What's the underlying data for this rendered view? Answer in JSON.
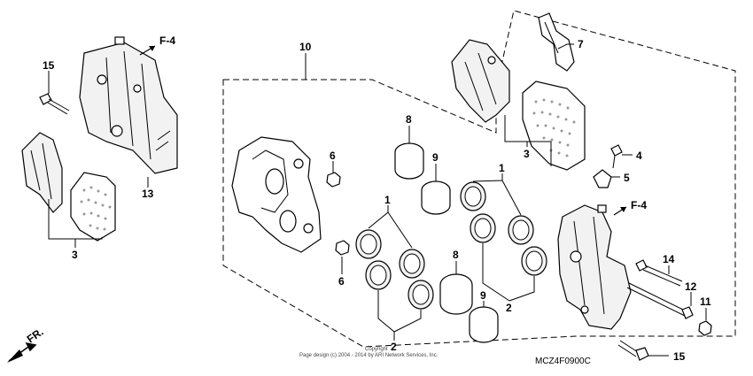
{
  "callouts": {
    "n1a": "1",
    "n1b": "1",
    "n2a": "2",
    "n2b": "2",
    "n3a": "3",
    "n3b": "3",
    "n4": "4",
    "n5": "5",
    "n6a": "6",
    "n6b": "6",
    "n7": "7",
    "n8a": "8",
    "n8b": "8",
    "n9a": "9",
    "n9b": "9",
    "n10": "10",
    "n11": "11",
    "n12": "12",
    "n13": "13",
    "n14": "14",
    "n15a": "15",
    "n15b": "15"
  },
  "refs": {
    "f4_top": "F-4",
    "f4_right": "F-4",
    "fr": "FR."
  },
  "footer": {
    "copyright": "Copyright",
    "page_design": "Page design (c) 2004 - 2014 by ARI Network Services, Inc."
  },
  "diagram_code": "MCZ4F0900C",
  "colors": {
    "line": "#000000",
    "pad_fill": "#f2f2f2"
  }
}
